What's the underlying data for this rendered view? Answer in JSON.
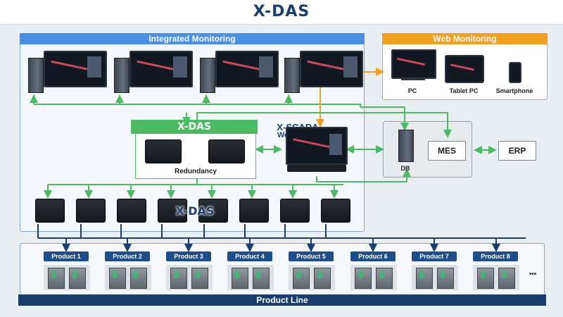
{
  "header": {
    "logo": "X-DAS"
  },
  "integrated": {
    "title": "Integrated Monitoring"
  },
  "web": {
    "title": "Web Monitoring",
    "devices": [
      "PC",
      "Tablet PC",
      "Smartphone"
    ]
  },
  "xdas_group": {
    "title": "X-DAS",
    "redundancy": "Redundancy"
  },
  "scada": {
    "title_line1": "X-SCADA",
    "title_line2": "Web Server"
  },
  "enterprise": {
    "db": "DB",
    "mes": "MES",
    "erp": "ERP"
  },
  "xdas_overlay": "X-DAS",
  "products": [
    "Product 1",
    "Product 2",
    "Product 3",
    "Product 4",
    "Product 5",
    "Product 6",
    "Product 7",
    "Product 8"
  ],
  "more": "•••",
  "product_line": "Product Line",
  "colors": {
    "blue": "#4a90e2",
    "orange": "#f2a020",
    "green": "#4cba63",
    "navy": "#173e6c"
  }
}
